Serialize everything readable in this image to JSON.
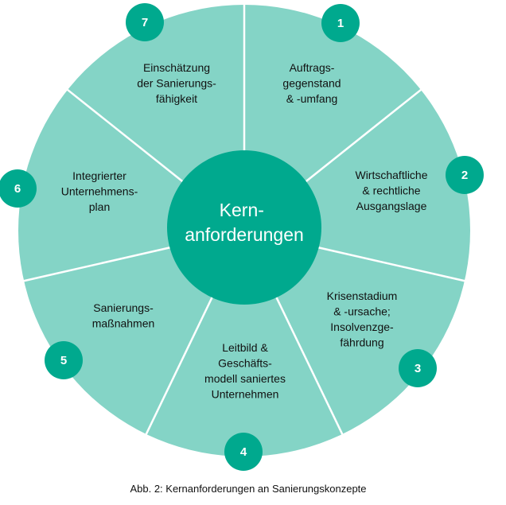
{
  "colors": {
    "segment": "#84d4c6",
    "accent": "#00a98e",
    "divider": "#ffffff"
  },
  "center": {
    "lines": [
      "Kern-",
      "anforderungen"
    ]
  },
  "segments": [
    {
      "number": "1",
      "lines": [
        "Auftrags-",
        "gegenstand",
        "& -umfang"
      ]
    },
    {
      "number": "2",
      "lines": [
        "Wirtschaftliche",
        "& rechtliche",
        "Ausgangslage"
      ]
    },
    {
      "number": "3",
      "lines": [
        "Krisenstadium",
        "& -ursache;",
        "Insolvenzge-",
        "fährdung"
      ]
    },
    {
      "number": "4",
      "lines": [
        "Leitbild &",
        "Geschäfts-",
        "modell saniertes",
        "Unternehmen"
      ]
    },
    {
      "number": "5",
      "lines": [
        "Sanierungs-",
        "maßnahmen"
      ]
    },
    {
      "number": "6",
      "lines": [
        "Integrierter",
        "Unternehmens-",
        "plan"
      ]
    },
    {
      "number": "7",
      "lines": [
        "Einschätzung",
        "der Sanierungs-",
        "fähigkeit"
      ]
    }
  ],
  "caption": "Abb. 2: Kernanforderungen  an Sanierungskonzepte"
}
